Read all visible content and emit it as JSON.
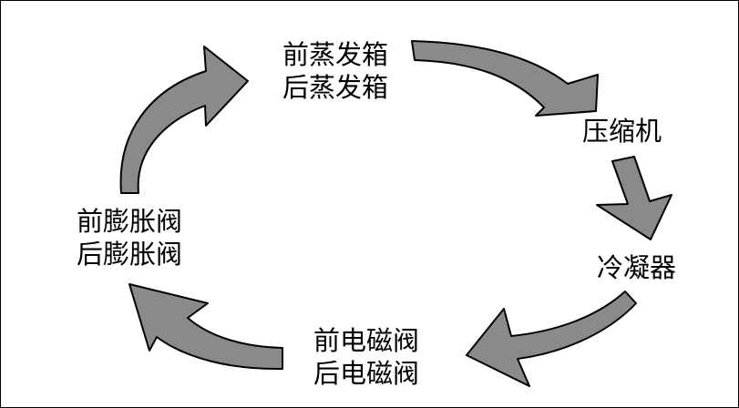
{
  "colors": {
    "arrow_fill": "#8a8a8a",
    "arrow_stroke": "#000000",
    "background": "#ffffff",
    "text": "#000000"
  },
  "nodes": {
    "evaporators": {
      "line1": "前蒸发箱",
      "line2": "后蒸发箱"
    },
    "compressor": {
      "line1": "压缩机"
    },
    "condenser": {
      "line1": "冷凝器"
    },
    "solenoid_valves": {
      "line1": "前电磁阀",
      "line2": "后电磁阀"
    },
    "expansion_valves": {
      "line1": "前膨胀阀",
      "line2": "后膨胀阀"
    }
  }
}
